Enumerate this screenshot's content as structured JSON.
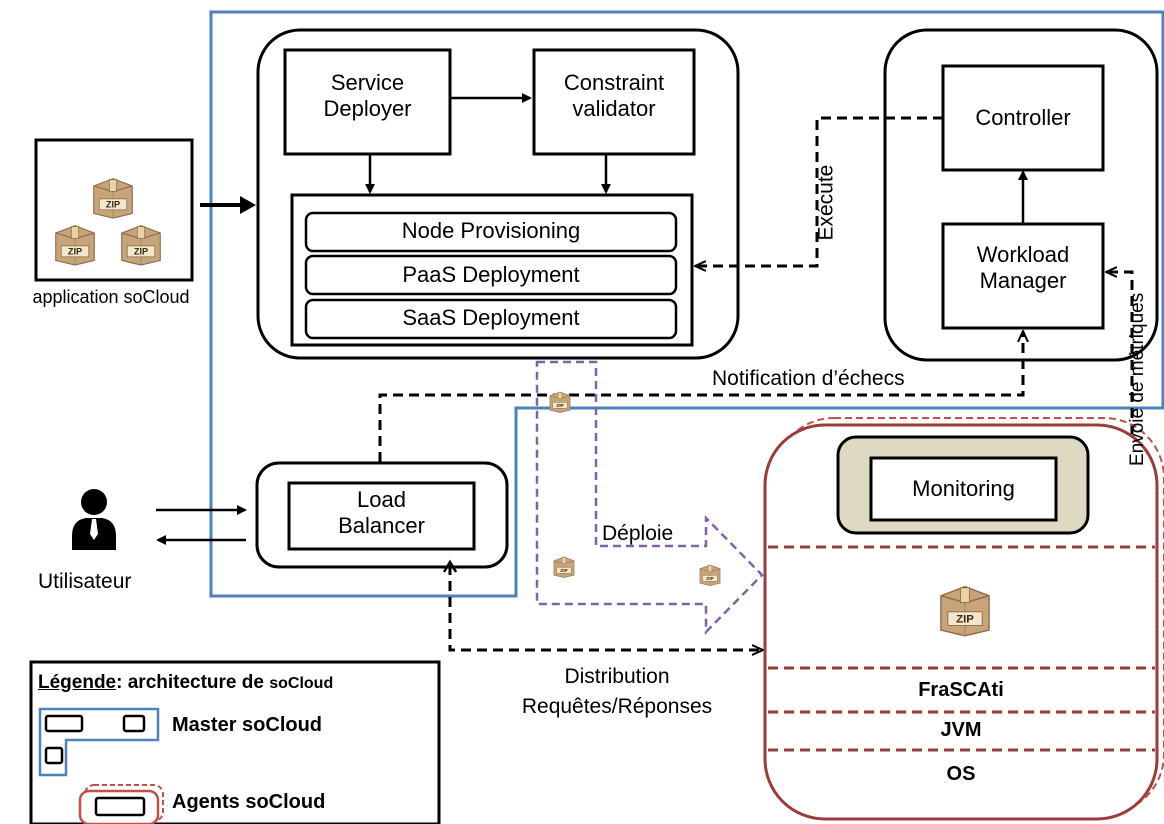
{
  "master": {
    "service_deployer": [
      "Service",
      "Deployer"
    ],
    "constraint_validator": [
      "Constraint",
      "validator"
    ],
    "deployment_steps": [
      "Node Provisioning",
      "PaaS Deployment",
      "SaaS Deployment"
    ],
    "controller": "Controller",
    "workload_manager": [
      "Workload",
      "Manager"
    ],
    "load_balancer": [
      "Load",
      "Balancer"
    ]
  },
  "application_label": "application soCloud",
  "user_label": "Utilisateur",
  "edges": {
    "execute": "Exécute",
    "failure_notification": "Notification d’échecs",
    "metrics": "Envoie de métriques",
    "deploy": "Déploie",
    "distribution": [
      "Distribution",
      "Requêtes/Réponses"
    ]
  },
  "agent": {
    "monitoring": "Monitoring",
    "layers": [
      "FraSCAti",
      "JVM",
      "OS"
    ]
  },
  "legend": {
    "title_underlined": "Légende",
    "title_rest": ": architecture de ",
    "title_brand": "soCloud",
    "master": "Master soCloud",
    "agents": "Agents soCloud"
  },
  "zip_label": "ZIP",
  "colors": {
    "master_border": "#4f81bd",
    "agent_border": "#9b3b3b",
    "deploy_arrow": "#8064a2",
    "monitoring_fill": "#ddd9c3",
    "zip_box": "#c8a47a"
  }
}
